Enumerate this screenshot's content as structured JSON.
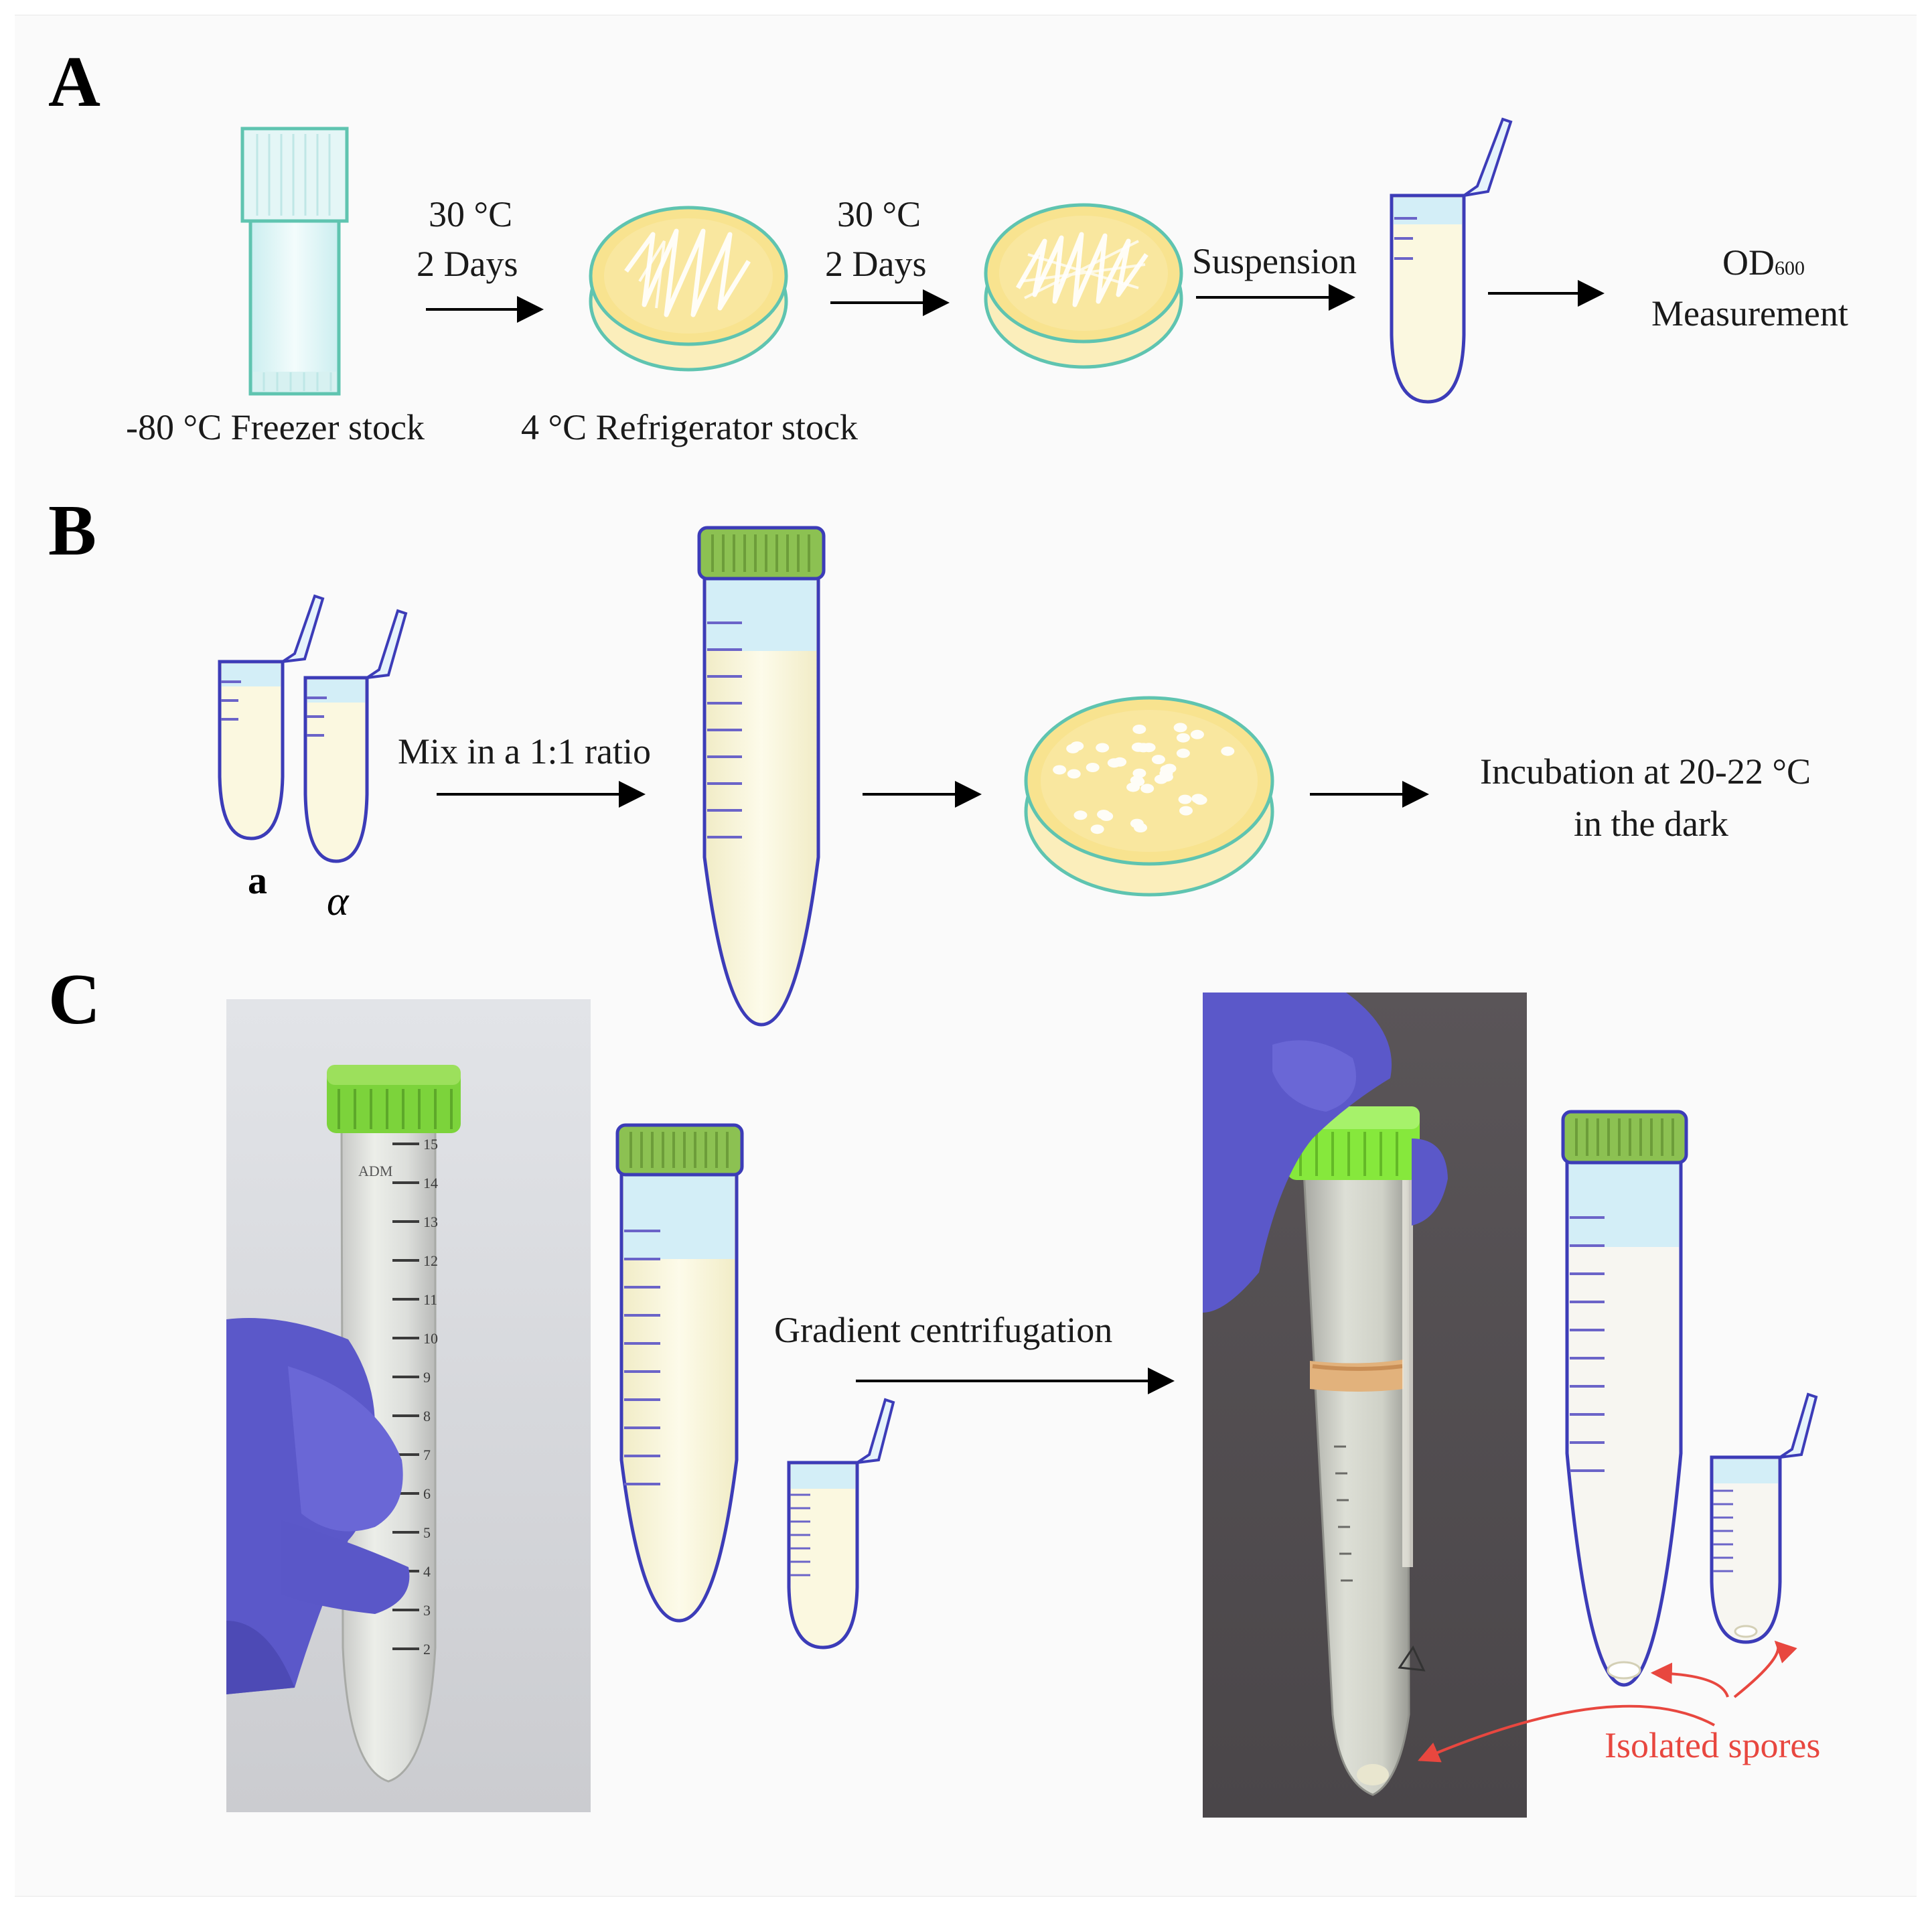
{
  "panels": {
    "a": {
      "letter": "A",
      "step1_temp": "30 °C",
      "step1_time": "2 Days",
      "step2_temp": "30 °C",
      "step2_time": "2 Days",
      "suspension": "Suspension",
      "od_main": "OD",
      "od_sub": "600",
      "measurement": "Measurement",
      "freezer_label": "-80 °C Freezer stock",
      "fridge_label": "4 °C Refrigerator stock"
    },
    "b": {
      "letter": "B",
      "mix_label": "Mix in a 1:1 ratio",
      "strain_a": "a",
      "strain_alpha": "α",
      "incubation_line1": "Incubation at 20-22 °C",
      "incubation_line2": "in the dark"
    },
    "c": {
      "letter": "C",
      "gradient_label": "Gradient centrifugation",
      "spores_label": "Isolated spores",
      "tube_numbers": [
        "15",
        "14",
        "13",
        "12",
        "11",
        "10",
        "9",
        "8",
        "7",
        "6",
        "5",
        "4",
        "3",
        "2"
      ],
      "tube_brand": "ADM"
    }
  },
  "colors": {
    "agar": "#f9e79f",
    "agar_light": "#fcf3c4",
    "dish_rim": "#5fc4b0",
    "tube_outline": "#3c3cb8",
    "tube_fill": "#fbf8e0",
    "tube_top": "#d3eef7",
    "cap_green": "#8cc152",
    "label_red": "#e8473f",
    "glove": "#5b58c9"
  }
}
